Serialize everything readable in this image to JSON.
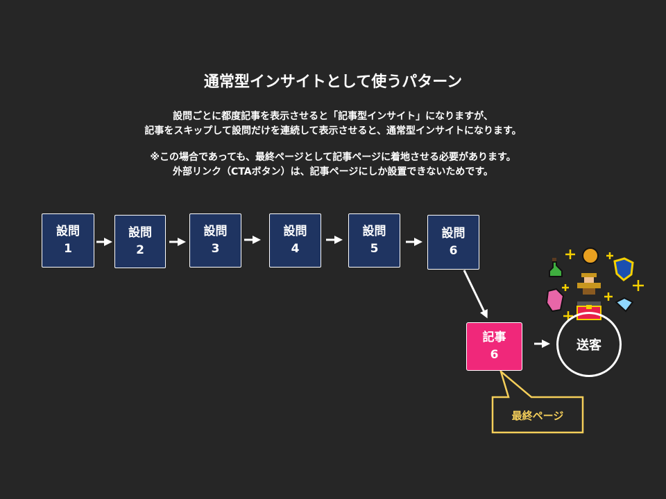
{
  "title": "通常型インサイトとして使うパターン",
  "description": [
    "設問ごとに都度記事を表示させると「記事型インサイト」になりますが、",
    "記事をスキップして設問だけを連続して表示させると、通常型インサイトになります。",
    "※この場合であっても、最終ページとして記事ページに着地させる必要があります。",
    "外部リンク（CTAボタン）は、記事ページにしか設置できないためです。"
  ],
  "questions": [
    {
      "label": "設問",
      "number": "1"
    },
    {
      "label": "設問",
      "number": "2"
    },
    {
      "label": "設問",
      "number": "3"
    },
    {
      "label": "設問",
      "number": "4"
    },
    {
      "label": "設問",
      "number": "5"
    },
    {
      "label": "設問",
      "number": "6"
    }
  ],
  "article": {
    "label": "記事",
    "number": "6"
  },
  "destination": "送客",
  "callout": "最終ページ",
  "colors": {
    "background": "#262626",
    "question": "#1f3461",
    "article": "#f0287a",
    "callout": "#f5cf5a"
  }
}
